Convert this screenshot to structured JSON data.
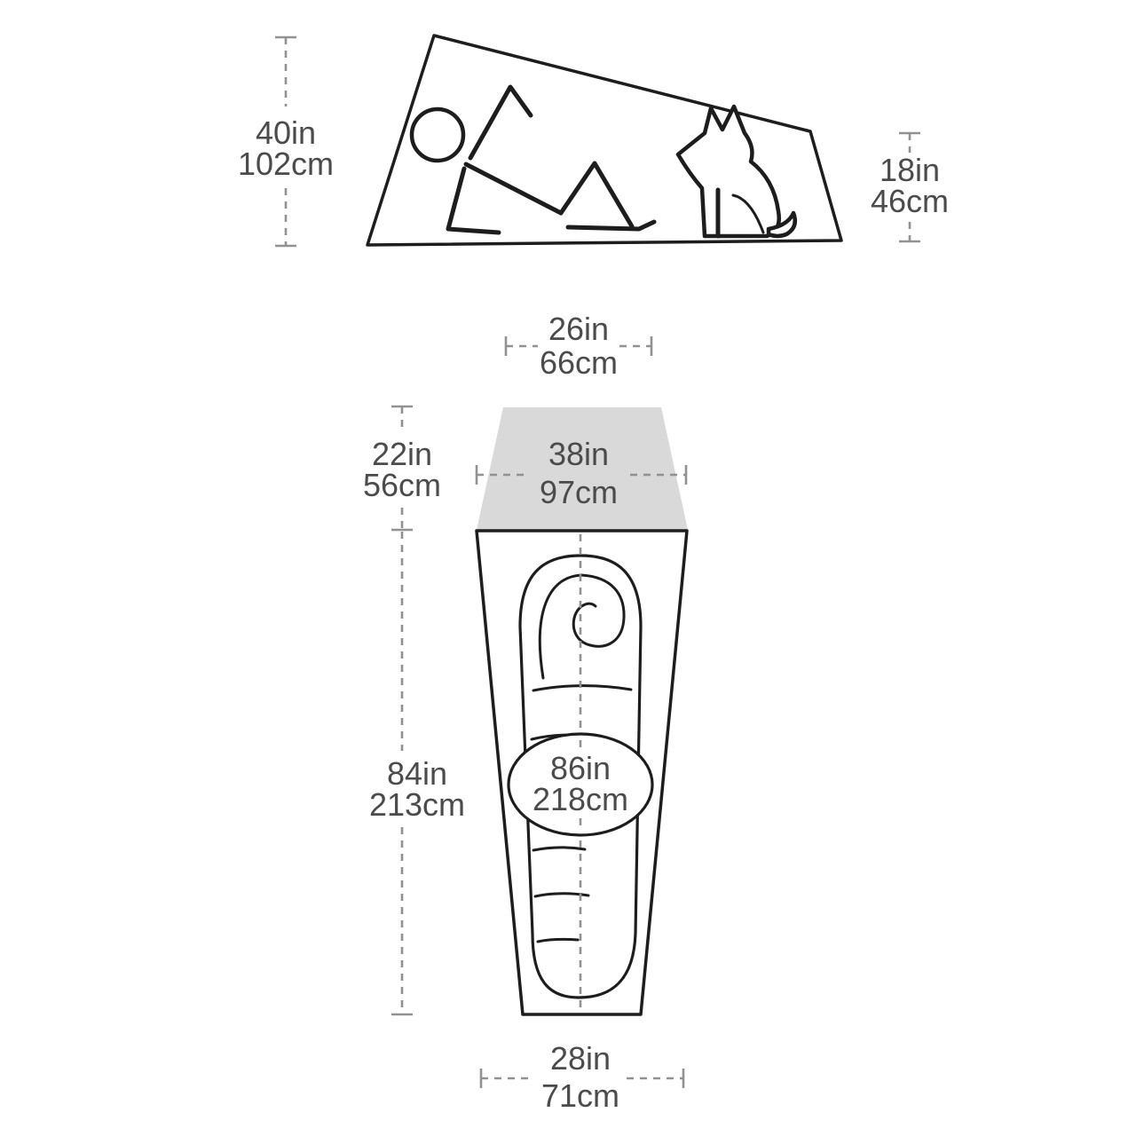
{
  "side_view": {
    "peak_height": {
      "inches": "40in",
      "cm": "102cm"
    },
    "rear_height": {
      "inches": "18in",
      "cm": "46cm"
    }
  },
  "floor_plan": {
    "head_top_width": {
      "inches": "26in",
      "cm": "66cm"
    },
    "head_width": {
      "inches": "38in",
      "cm": "97cm"
    },
    "vestibule_depth": {
      "inches": "22in",
      "cm": "56cm"
    },
    "floor_length": {
      "inches": "84in",
      "cm": "213cm"
    },
    "bag_length": {
      "inches": "86in",
      "cm": "218cm"
    },
    "foot_width": {
      "inches": "28in",
      "cm": "71cm"
    }
  },
  "colors": {
    "outline": "#1d1d1d",
    "dimension_gray": "#919191",
    "label_text": "#4b4b4b",
    "vestibule_fill": "#d9d9d9",
    "background": "#ffffff"
  }
}
